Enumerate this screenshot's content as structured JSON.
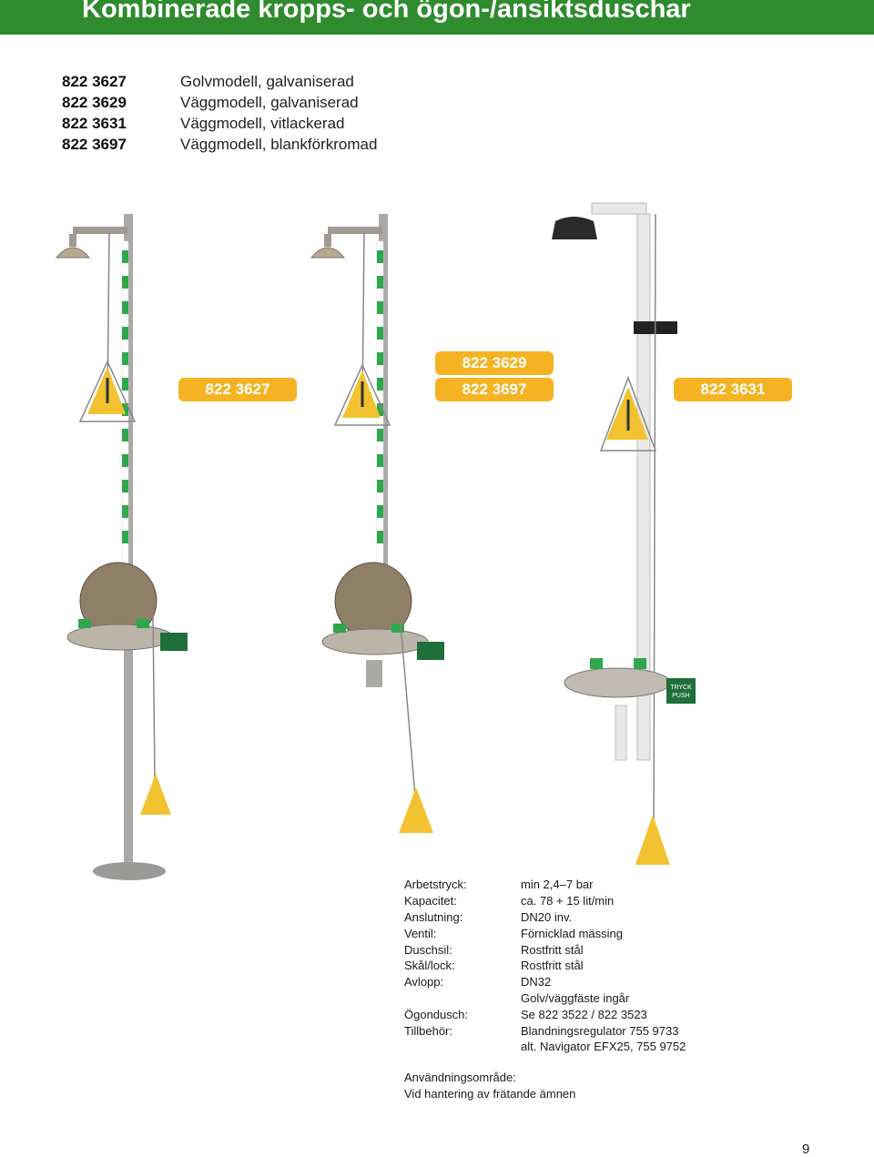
{
  "header": {
    "title": "Kombinerade kropps- och ögon-/ansiktsduschar"
  },
  "models": [
    {
      "code": "822 3627",
      "description": "Golvmodell, galvaniserad"
    },
    {
      "code": "822 3629",
      "description": "Väggmodell, galvaniserad"
    },
    {
      "code": "822 3631",
      "description": "Väggmodell, vitlackerad"
    },
    {
      "code": "822 3697",
      "description": "Väggmodell, blankförkromad"
    }
  ],
  "badges": {
    "left": "822 3627",
    "center_top": "822 3629",
    "center_bottom": "822 3697",
    "right": "822 3631"
  },
  "push_label": {
    "line1": "TRYCK",
    "line2": "PUSH"
  },
  "specs": [
    {
      "label": "Arbetstryck:",
      "value": "min 2,4–7 bar"
    },
    {
      "label": "Kapacitet:",
      "value": "ca. 78 + 15 lit/min"
    },
    {
      "label": "Anslutning:",
      "value": "DN20 inv."
    },
    {
      "label": "Ventil:",
      "value": "Förnicklad mässing"
    },
    {
      "label": "Duschsil:",
      "value": "Rostfritt stål"
    },
    {
      "label": "Skål/lock:",
      "value": "Rostfritt stål"
    },
    {
      "label": "Avlopp:",
      "value": "DN32"
    },
    {
      "label": "",
      "value": "Golv/väggfäste ingår"
    },
    {
      "label": "Ögondusch:",
      "value": "Se 822 3522 / 822 3523"
    },
    {
      "label": "Tillbehör:",
      "value": "Blandningsregulator 755 9733"
    },
    {
      "label": "",
      "value": "alt. Navigator EFX25, 755 9752"
    }
  ],
  "usage": {
    "label": "Användningsområde:",
    "text": "Vid hantering av frätande ämnen"
  },
  "page_number": "9",
  "colors": {
    "brand_green": "#2e8b2e",
    "badge_orange": "#f5b324",
    "sign_yellow": "#f2c230"
  }
}
